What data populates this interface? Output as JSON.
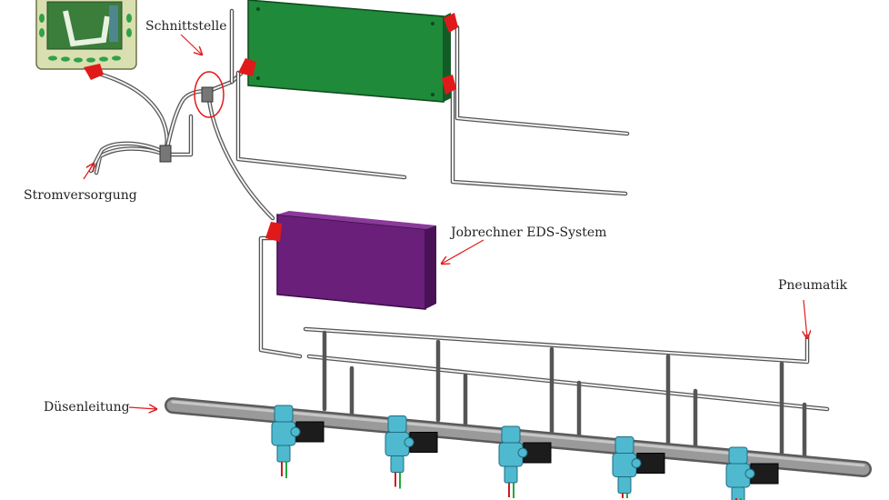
{
  "labels": {
    "schnittstelle": "Schnittstelle",
    "stromversorgung": "Stromversorgung",
    "jobrechner": "Jobrechner EDS-System",
    "pneumatik": "Pneumatik",
    "duesenleitung": "Düsenleitung"
  },
  "colors": {
    "terminal_body": "#d9dfb0",
    "terminal_screen": "#3b7d3a",
    "terminal_buttons": "#2fa14a",
    "controller_box": "#1f8a3a",
    "jobrechner_box": "#6a1f7a",
    "connector": "#e01a1a",
    "nozzle": "#4fb9cf",
    "annotation": "#e41a1c"
  },
  "nozzles": {
    "count": 5,
    "wire_colors": [
      "#d11a1a",
      "#22a83a"
    ]
  }
}
